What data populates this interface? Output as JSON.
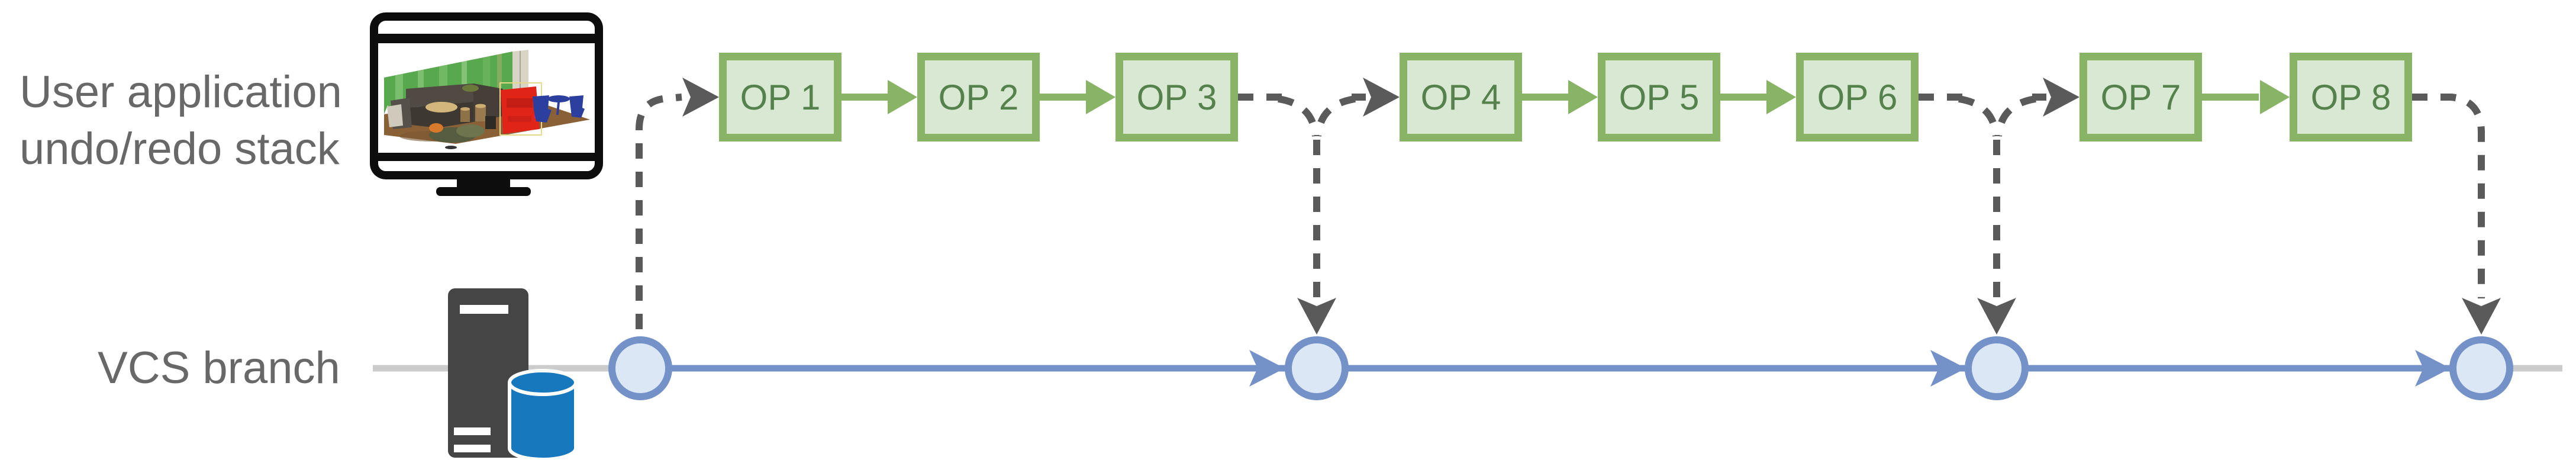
{
  "labels": {
    "user_stack_line1": "User application",
    "user_stack_line2": "undo/redo stack",
    "vcs_branch": "VCS branch"
  },
  "ops": [
    "OP 1",
    "OP 2",
    "OP 3",
    "OP 4",
    "OP 5",
    "OP 6",
    "OP 7",
    "OP 8"
  ],
  "op_groups": [
    [
      0,
      1,
      2
    ],
    [
      3,
      4,
      5
    ],
    [
      6,
      7
    ]
  ],
  "commit_nodes": 4,
  "icons": [
    "monitor-icon",
    "server-icon",
    "database-icon"
  ],
  "colors": {
    "op_border": "#8ab465",
    "op_fill": "#d9e8d2",
    "op_text": "#55814c",
    "dashed_gray": "#5a5a5a",
    "branch_blue": "#7491c8",
    "node_fill": "#dce7f5",
    "line_gray": "#cccccc",
    "label_text": "#686868",
    "server_gray": "#454545",
    "database_blue": "#1878be",
    "monitor_black": "#0d0d0d"
  }
}
